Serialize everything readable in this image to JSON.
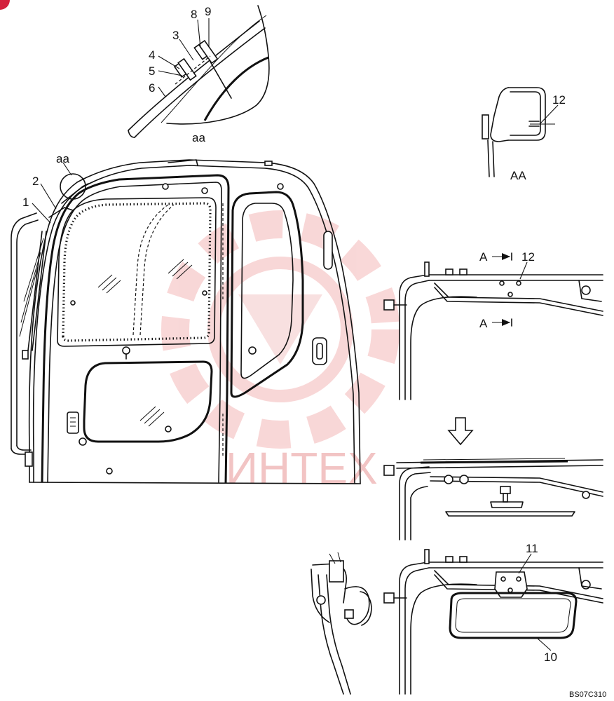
{
  "diagram": {
    "drawing_code": "BS07C310",
    "watermark_text": "ИНТЕХ",
    "detail_labels": {
      "aa_circle": "aa",
      "aa_view": "aa",
      "AA_view": "AA"
    },
    "section_marks": {
      "upper": "A",
      "lower": "A"
    },
    "callouts": {
      "c1": "1",
      "c2": "2",
      "c3": "3",
      "c4": "4",
      "c5": "5",
      "c6": "6",
      "c8": "8",
      "c9": "9",
      "c10": "10",
      "c11": "11",
      "c12_AA": "12",
      "c12_bracket": "12"
    },
    "colors": {
      "line": "#111111",
      "watermark": "#f2c4c4",
      "corner_mark": "#d4213d"
    }
  }
}
